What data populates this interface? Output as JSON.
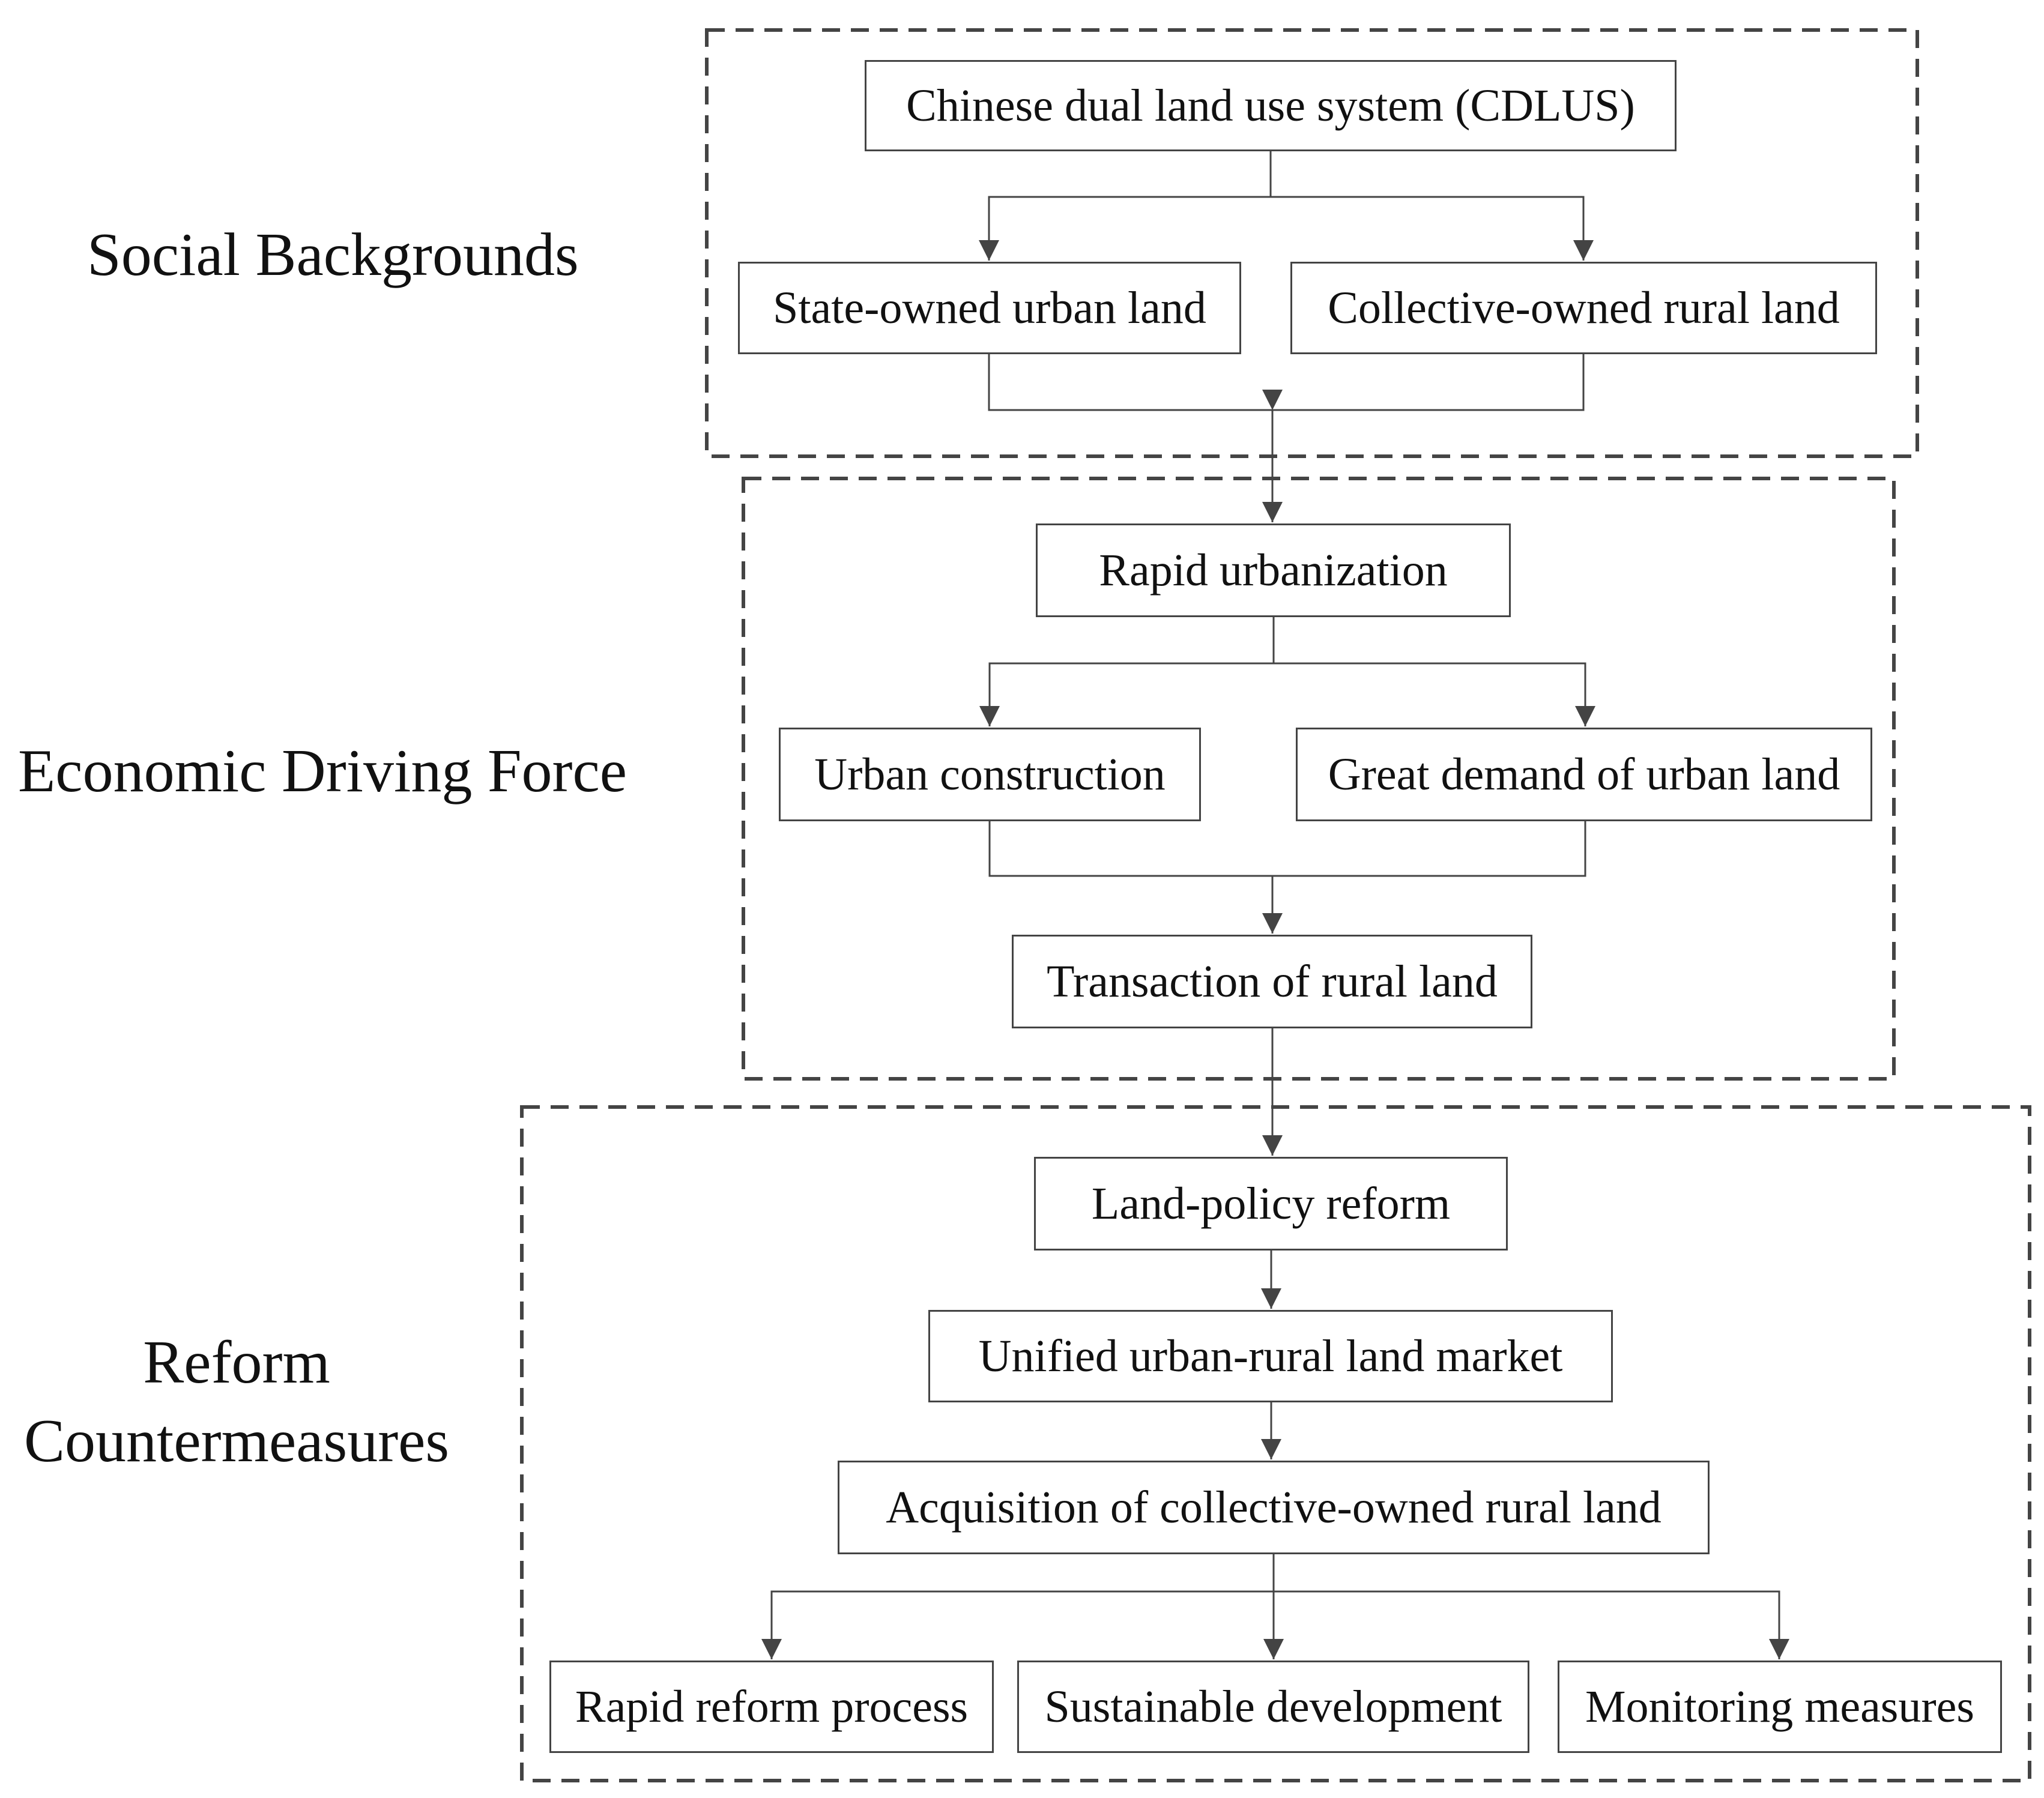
{
  "sections": {
    "social": "Social Backgrounds",
    "economic": "Economic Driving Force",
    "reform_line1": "Reform",
    "reform_line2": "Countermeasures"
  },
  "nodes": {
    "cdlus": "Chinese dual land use system (CDLUS)",
    "state_owned": "State-owned urban land",
    "collective_owned": "Collective-owned rural land",
    "rapid_urbanization": "Rapid urbanization",
    "urban_construction": "Urban construction",
    "great_demand": "Great demand of urban land",
    "transaction": "Transaction of rural land",
    "land_policy": "Land-policy reform",
    "unified_market": "Unified urban-rural land market",
    "acquisition": "Acquisition of collective-owned rural land",
    "rapid_reform": "Rapid reform process",
    "sustainable": "Sustainable development",
    "monitoring": "Monitoring measures"
  },
  "colors": {
    "box_border": "#444444",
    "connector": "#444444",
    "dashed_frame": "#444444",
    "text": "#111111",
    "background": "#ffffff"
  }
}
